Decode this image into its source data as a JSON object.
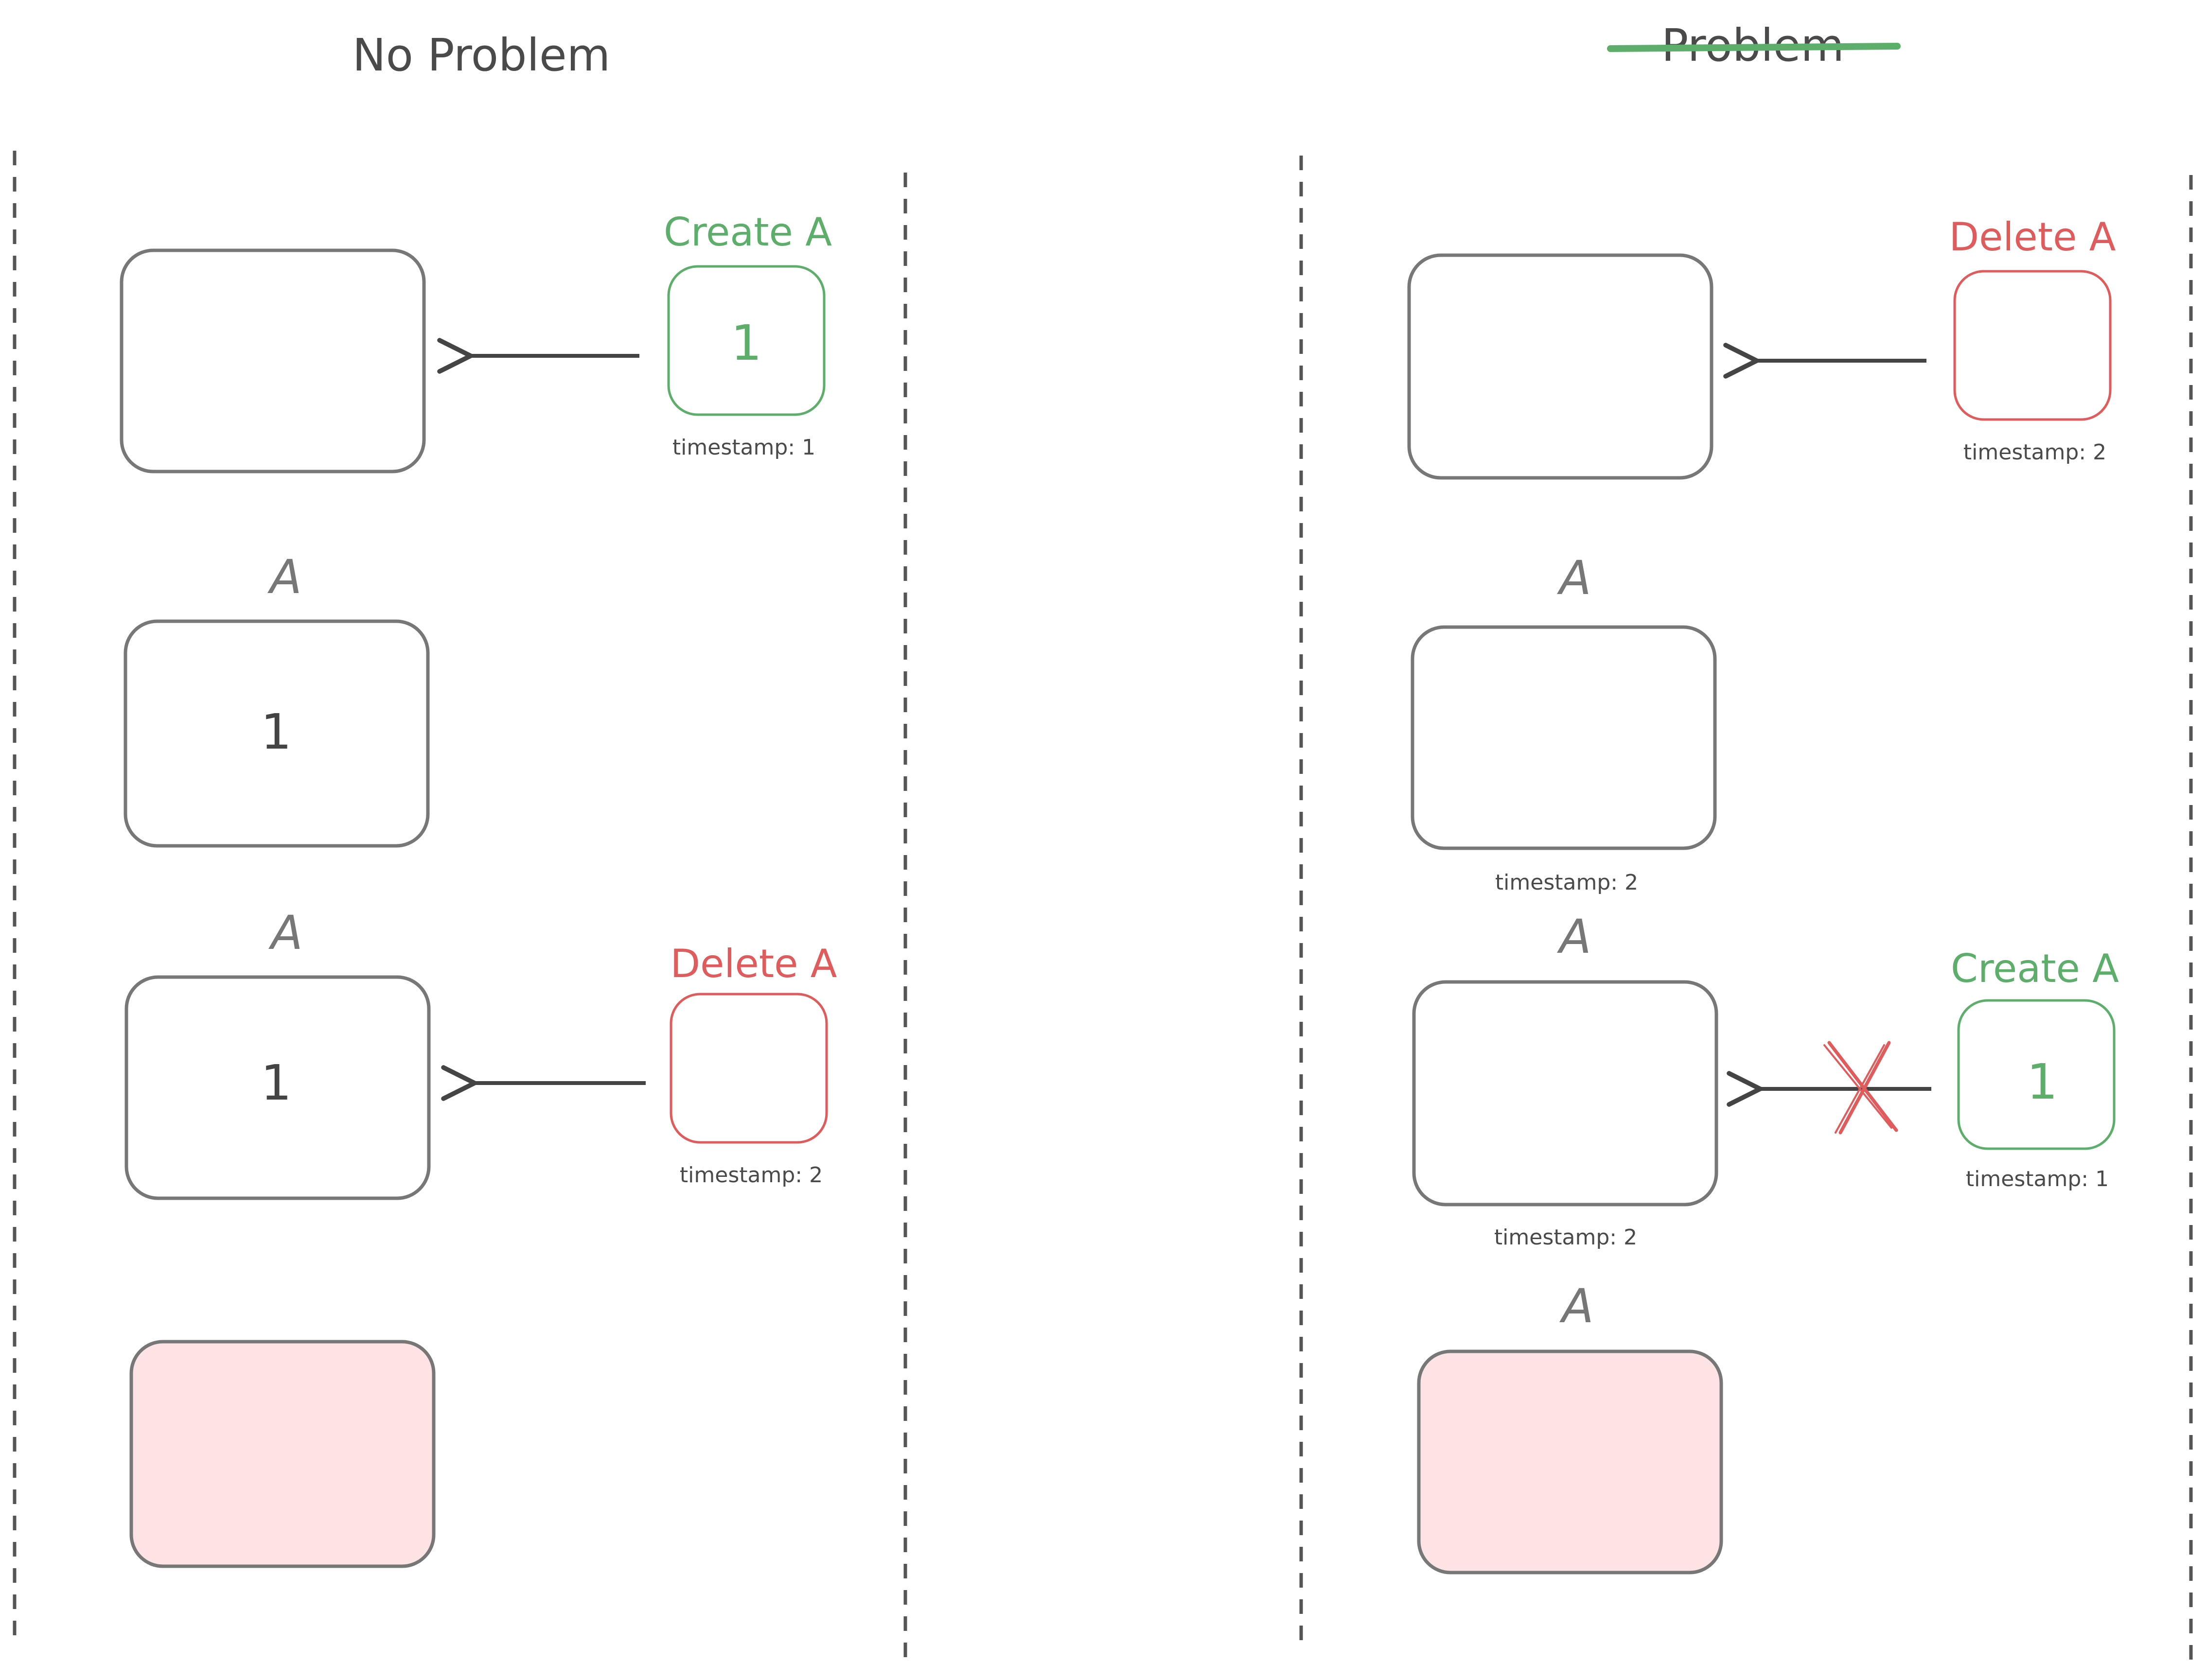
{
  "left": {
    "title": "No Problem",
    "steps": [
      {
        "state": "",
        "op": {
          "label": "Create A",
          "value": "1",
          "timestamp": "timestamp: 1",
          "color": "#5cae6a"
        }
      },
      {
        "label_above": "A",
        "state": "1"
      },
      {
        "label_above": "A",
        "state": "1",
        "op": {
          "label": "Delete A",
          "value": "",
          "timestamp": "timestamp: 2",
          "color": "#e05b5b"
        }
      },
      {
        "state": "",
        "deleted": true
      }
    ]
  },
  "right": {
    "title": "Problem",
    "title_struck": true,
    "strike_color": "#5cae6a",
    "steps": [
      {
        "state": "",
        "op": {
          "label": "Delete A",
          "value": "",
          "timestamp": "timestamp: 2",
          "color": "#e05b5b"
        }
      },
      {
        "label_above": "A",
        "state": "",
        "timestamp_below": "timestamp: 2"
      },
      {
        "label_above": "A",
        "state": "",
        "timestamp_below": "timestamp: 2",
        "op": {
          "label": "Create A",
          "value": "1",
          "timestamp": "timestamp: 1",
          "color": "#5cae6a"
        },
        "rejected": true
      },
      {
        "label_above": "A",
        "state": "",
        "deleted": true
      }
    ]
  },
  "colors": {
    "stroke": "#777777",
    "arrow": "#444444",
    "green": "#5cae6a",
    "red": "#e05b5b",
    "deleted_fill": "#fde3e3",
    "divider": "#555555"
  }
}
